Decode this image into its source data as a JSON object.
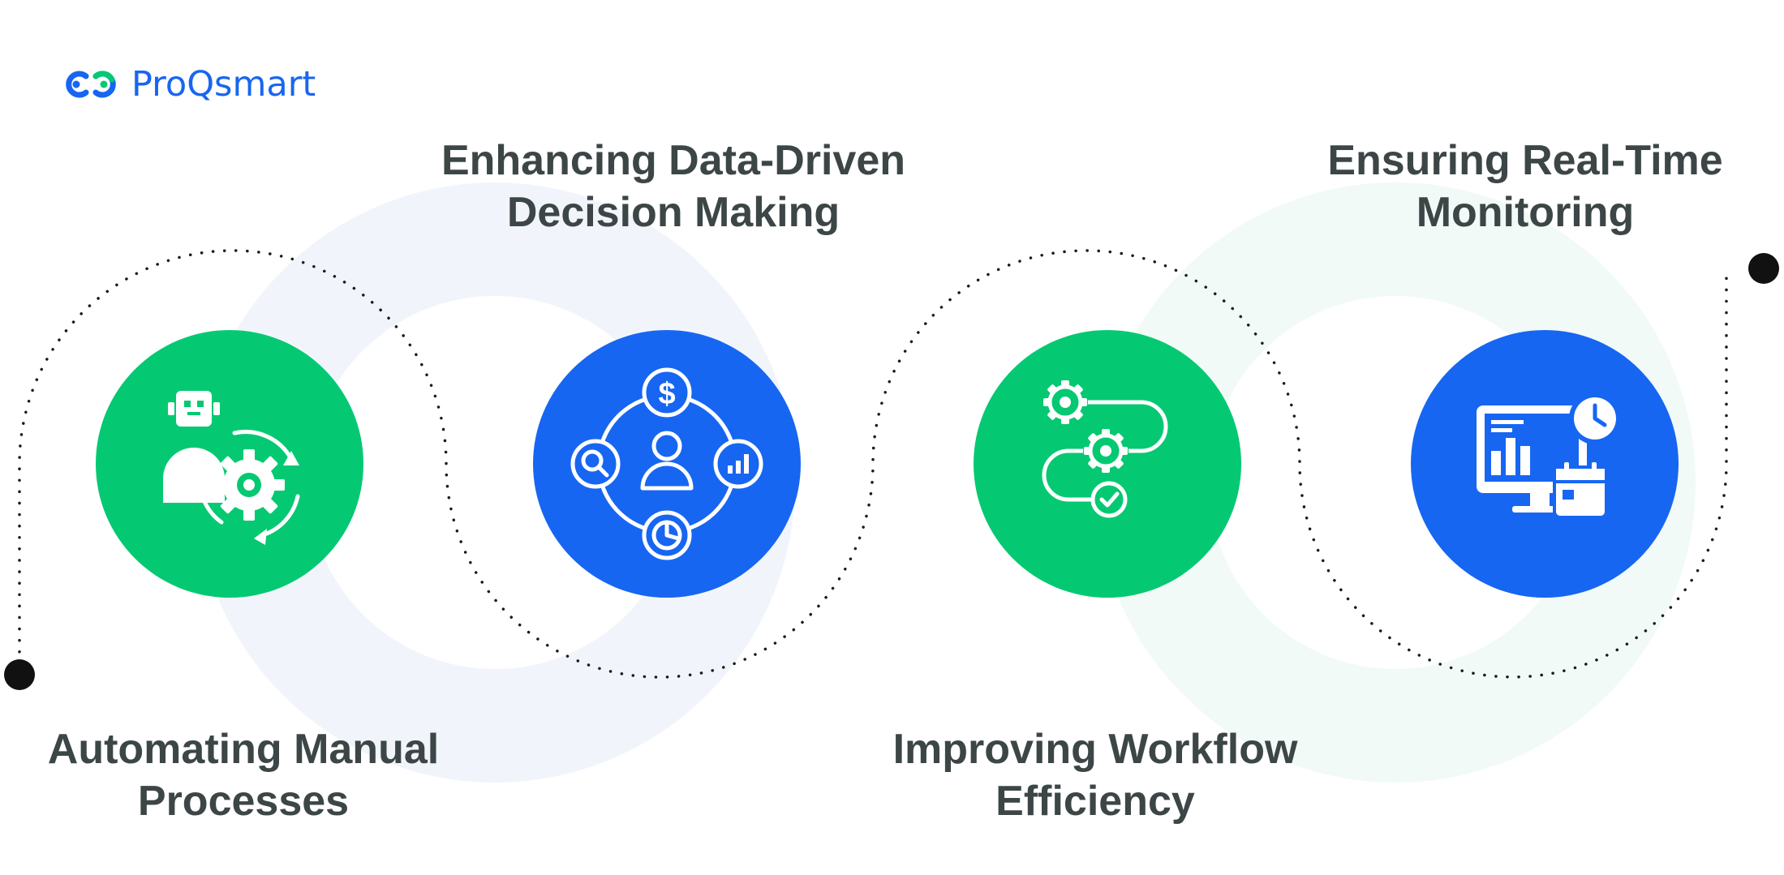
{
  "brand": {
    "name": "ProQsmart",
    "logo_icon": "infinity-link-logo-icon",
    "color": "#1766f2"
  },
  "colors": {
    "green": "#05c972",
    "blue": "#1766f2",
    "text": "#3d4646",
    "dots": "#1a1a1a"
  },
  "steps": [
    {
      "line1": "Automating Manual",
      "line2": "Processes",
      "icon": "robot-gear-automation-icon",
      "circle_color": "green"
    },
    {
      "line1": "Enhancing Data-Driven",
      "line2": "Decision Making",
      "icon": "data-decision-network-icon",
      "circle_color": "blue"
    },
    {
      "line1": "Improving Workflow",
      "line2": "Efficiency",
      "icon": "workflow-gears-icon",
      "circle_color": "green"
    },
    {
      "line1": "Ensuring Real-Time",
      "line2": "Monitoring",
      "icon": "monitor-dashboard-clock-icon",
      "circle_color": "blue"
    }
  ]
}
